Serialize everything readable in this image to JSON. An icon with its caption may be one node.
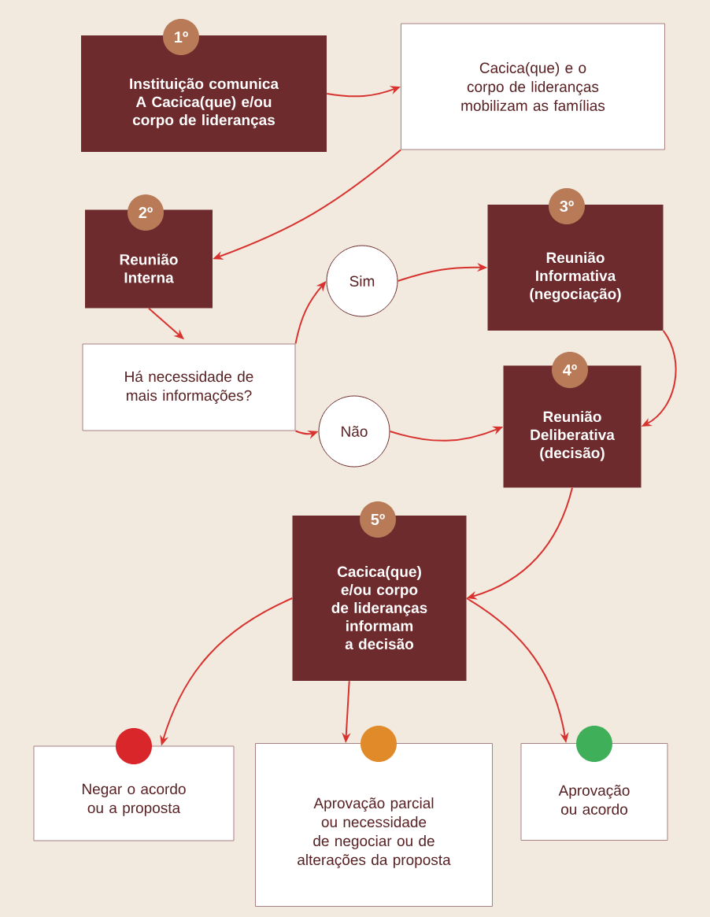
{
  "diagram": {
    "nodes": [
      {
        "text": [
          "1º",
          "Instituição comunica A Cacica(que) e/ou corpo de lideranças"
        ]
      },
      {
        "text": [
          "Cacica(que) e o corpo de lideranças mobilizam as famílias"
        ]
      },
      {
        "text": [
          "2º",
          "Reunião Interna"
        ]
      },
      {
        "text": [
          "Há necessidade de mais informações?"
        ]
      },
      {
        "text": [
          "Sim"
        ]
      },
      {
        "text": [
          "Não"
        ]
      },
      {
        "text": [
          "3º",
          "Reunião Informativa (negociação)"
        ]
      },
      {
        "text": [
          "4º",
          "Reunião Deliberativa (decisão)"
        ]
      },
      {
        "text": [
          "5º",
          "Cacica(que) e/ou corpo de lideranças informam a decisão"
        ]
      },
      {
        "text": [
          "Negar o acordo ou a proposta"
        ]
      },
      {
        "text": [
          "Aprovação parcial ou necessidade de negociar ou de alterações da proposta"
        ]
      },
      {
        "text": [
          "Aprovação ou acordo"
        ]
      }
    ],
    "edges": [
      {
        "from": 0,
        "to": 1,
        "arrow": "to"
      },
      {
        "from": 1,
        "to": 2,
        "arrow": "to"
      },
      {
        "from": 2,
        "to": 3,
        "arrow": "to"
      },
      {
        "from": 3,
        "to": 4,
        "arrow": "to"
      },
      {
        "from": 3,
        "to": 5,
        "arrow": "to"
      },
      {
        "from": 4,
        "to": 6,
        "arrow": "to"
      },
      {
        "from": 5,
        "to": 7,
        "arrow": "to"
      },
      {
        "from": 6,
        "to": 7,
        "arrow": "to"
      },
      {
        "from": 7,
        "to": 8,
        "arrow": "to"
      },
      {
        "from": 8,
        "to": 9,
        "arrow": "to"
      },
      {
        "from": 8,
        "to": 10,
        "arrow": "to"
      },
      {
        "from": 8,
        "to": 11,
        "arrow": "to"
      }
    ]
  }
}
